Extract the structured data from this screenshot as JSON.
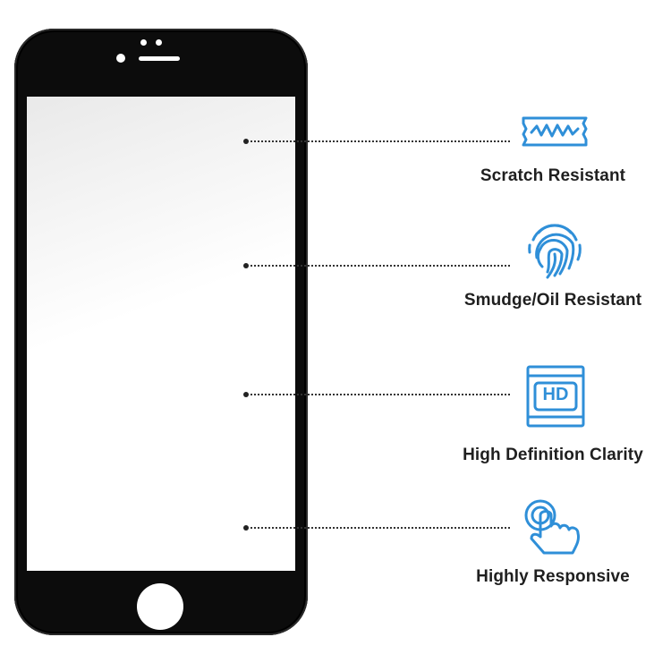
{
  "colors": {
    "phone_body": "#0c0c0c",
    "screen": "#ffffff",
    "icon_accent": "#2f8fd8",
    "leader_line": "#333333",
    "label_text": "#1f1f1f"
  },
  "features": [
    {
      "label": "Scratch Resistant",
      "icon": "scratch-zigzag-icon"
    },
    {
      "label": "Smudge/Oil Resistant",
      "icon": "fingerprint-icon"
    },
    {
      "label": "High Definition Clarity",
      "icon": "hd-display-icon",
      "icon_text": "HD"
    },
    {
      "label": "Highly Responsive",
      "icon": "touch-tap-icon"
    }
  ]
}
